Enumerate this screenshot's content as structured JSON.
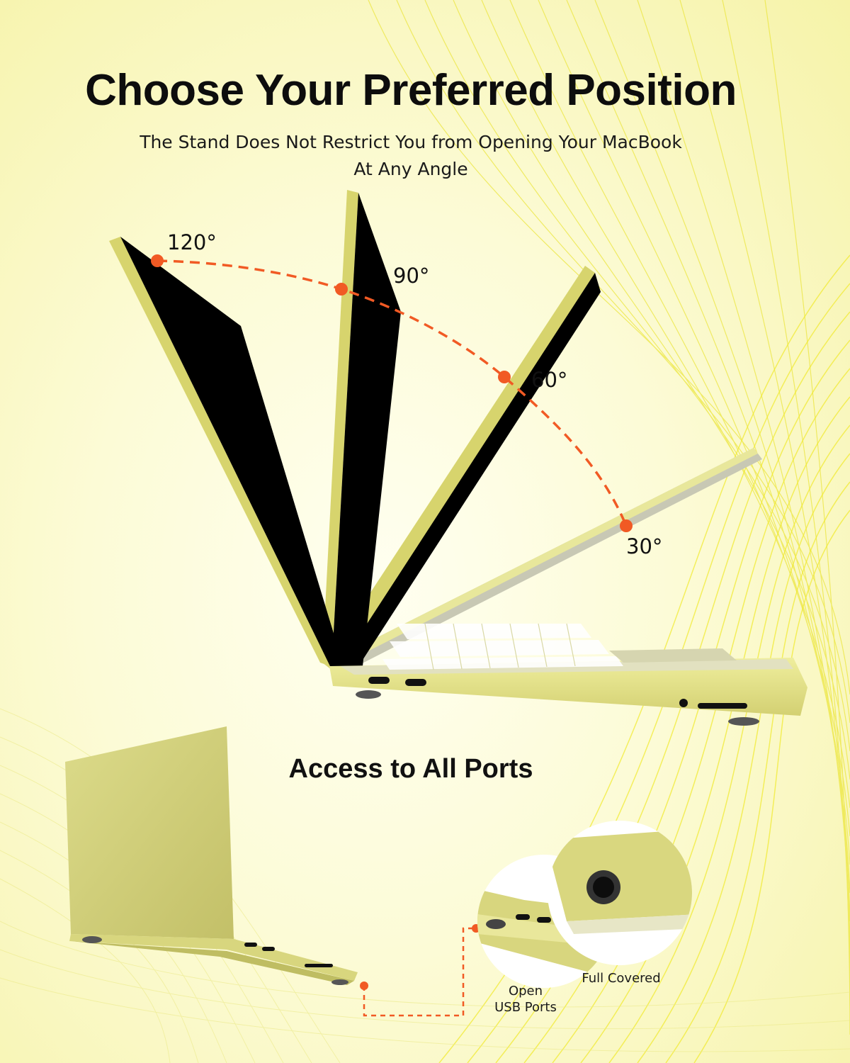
{
  "header": {
    "title": "Choose Your Preferred Position",
    "subtitle_line1": "The Stand Does Not Restrict You from Opening Your MacBook",
    "subtitle_line2": "At Any Angle"
  },
  "angles": [
    {
      "label": "120°"
    },
    {
      "label": "90°"
    },
    {
      "label": "60°"
    },
    {
      "label": "30°"
    }
  ],
  "ports": {
    "title": "Access to All Ports",
    "callout_open_line1": "Open",
    "callout_open_line2": "USB Ports",
    "callout_full": "Full Covered"
  },
  "colors": {
    "accent": "#f15a24",
    "case_yellow": "#e6e58c",
    "case_dark": "#c9c66a",
    "screen": "#000000",
    "text": "#111111",
    "background": "#fbf9cc"
  }
}
